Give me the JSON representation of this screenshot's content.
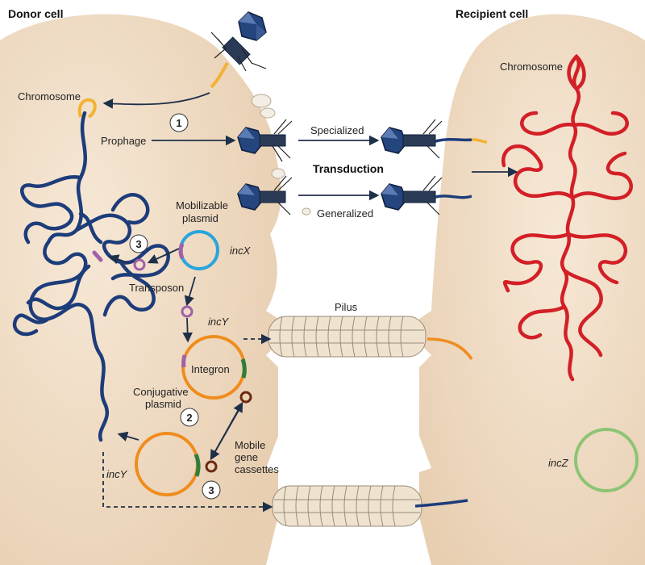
{
  "labels": {
    "donor_cell": "Donor cell",
    "recipient_cell": "Recipient cell",
    "chromosome_donor": "Chromosome",
    "chromosome_recipient": "Chromosome",
    "prophage": "Prophage",
    "specialized": "Specialized",
    "transduction": "Transduction",
    "generalized": "Generalized",
    "mobilizable_line1": "Mobilizable",
    "mobilizable_line2": "plasmid",
    "incX": "incX",
    "transposon": "Transposon",
    "incY_top": "incY",
    "integron": "Integron",
    "conjugative_line1": "Conjugative",
    "conjugative_line2": "plasmid",
    "mobile_line1": "Mobile",
    "mobile_line2": "gene",
    "mobile_line3": "cassettes",
    "incY_bottom": "incY",
    "pilus": "Pilus",
    "incZ": "incZ"
  },
  "steps": {
    "step1": "1",
    "step2": "2",
    "step3a": "3",
    "step3b": "3"
  },
  "colors": {
    "cell_fill": "#f2dfc8",
    "donor_dna": "#1d3c7a",
    "recipient_dna": "#d31f26",
    "plasmid_orange": "#f08c1e",
    "plasmid_blue": "#2aa4dc",
    "plasmid_green": "#8cc474",
    "transposon": "#a160a8",
    "cassette": "#6b2a10",
    "phage_yellow": "#f2b233",
    "arrow": "#1e3048"
  }
}
